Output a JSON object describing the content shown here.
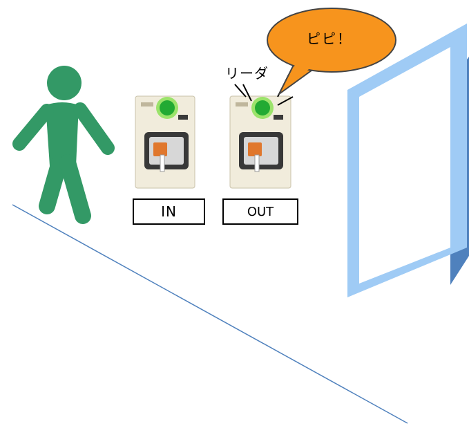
{
  "labels": {
    "in": "IN",
    "out": "OUT",
    "beep": "ピピ！",
    "reader": "リーダ"
  },
  "colors": {
    "person": "#339966",
    "led": "#22aa33",
    "led_ring": "#9be36b",
    "bubble": "#f7941d",
    "door_frame": "#9fcbf5",
    "door_panel": "#4f81bd",
    "floor_line": "#4f81bd"
  },
  "icons": [
    "walking-person-icon",
    "card-reader-icon",
    "door-icon",
    "speech-bubble-icon"
  ]
}
